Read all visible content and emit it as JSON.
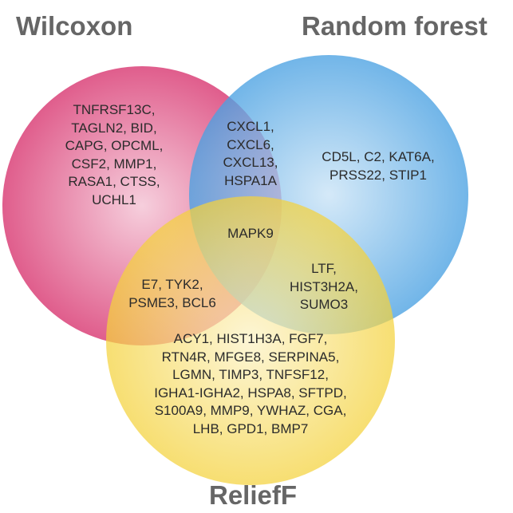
{
  "sets": {
    "wilcoxon": {
      "title": "Wilcoxon",
      "color": "#d93a73"
    },
    "random_forest": {
      "title": "Random forest",
      "color": "#4aa1e2"
    },
    "relieff": {
      "title": "ReliefF",
      "color": "#f4d23c"
    }
  },
  "regions": {
    "wilcoxon_only": [
      "TNFRSF13C,",
      "TAGLN2, BID,",
      "CAPG, OPCML,",
      "CSF2, MMP1,",
      "RASA1, CTSS,",
      "UCHL1"
    ],
    "wilcoxon_random_forest": [
      "CXCL1,",
      "CXCL6,",
      "CXCL13,",
      "HSPA1A"
    ],
    "random_forest_only": [
      "CD5L, C2, KAT6A,",
      "PRSS22, STIP1"
    ],
    "all_three": [
      "MAPK9"
    ],
    "wilcoxon_relieff": [
      "E7, TYK2,",
      "PSME3, BCL6"
    ],
    "random_forest_relieff": [
      "LTF,",
      "HIST3H2A,",
      "SUMO3"
    ],
    "relieff_only": [
      "ACY1, HIST1H3A, FGF7,",
      "RTN4R, MFGE8, SERPINA5,",
      "LGMN, TIMP3, TNFSF12,",
      "IGHA1-IGHA2, HSPA8, SFTPD,",
      "S100A9, MMP9, YWHAZ, CGA,",
      "LHB, GPD1, BMP7"
    ]
  }
}
